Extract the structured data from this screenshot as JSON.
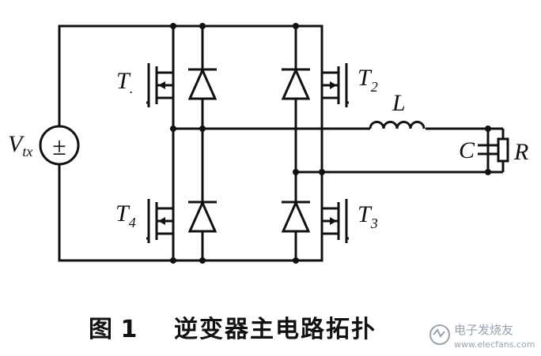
{
  "labels": {
    "source_main": "V",
    "source_sub": "tx",
    "source_sign": "±",
    "t1_main": "T",
    "t1_sub": ".",
    "t2_main": "T",
    "t2_sub": "2",
    "t3_main": "T",
    "t3_sub": "3",
    "t4_main": "T",
    "t4_sub": "4",
    "inductor": "L",
    "capacitor": "C",
    "resistor": "R"
  },
  "caption": {
    "figure_no": "图 1",
    "title": "逆变器主电路拓扑"
  },
  "watermark": {
    "text": "电子发烧友",
    "url": "www.elecfans.com"
  },
  "colors": {
    "line": "#111111",
    "background": "#ffffff"
  }
}
